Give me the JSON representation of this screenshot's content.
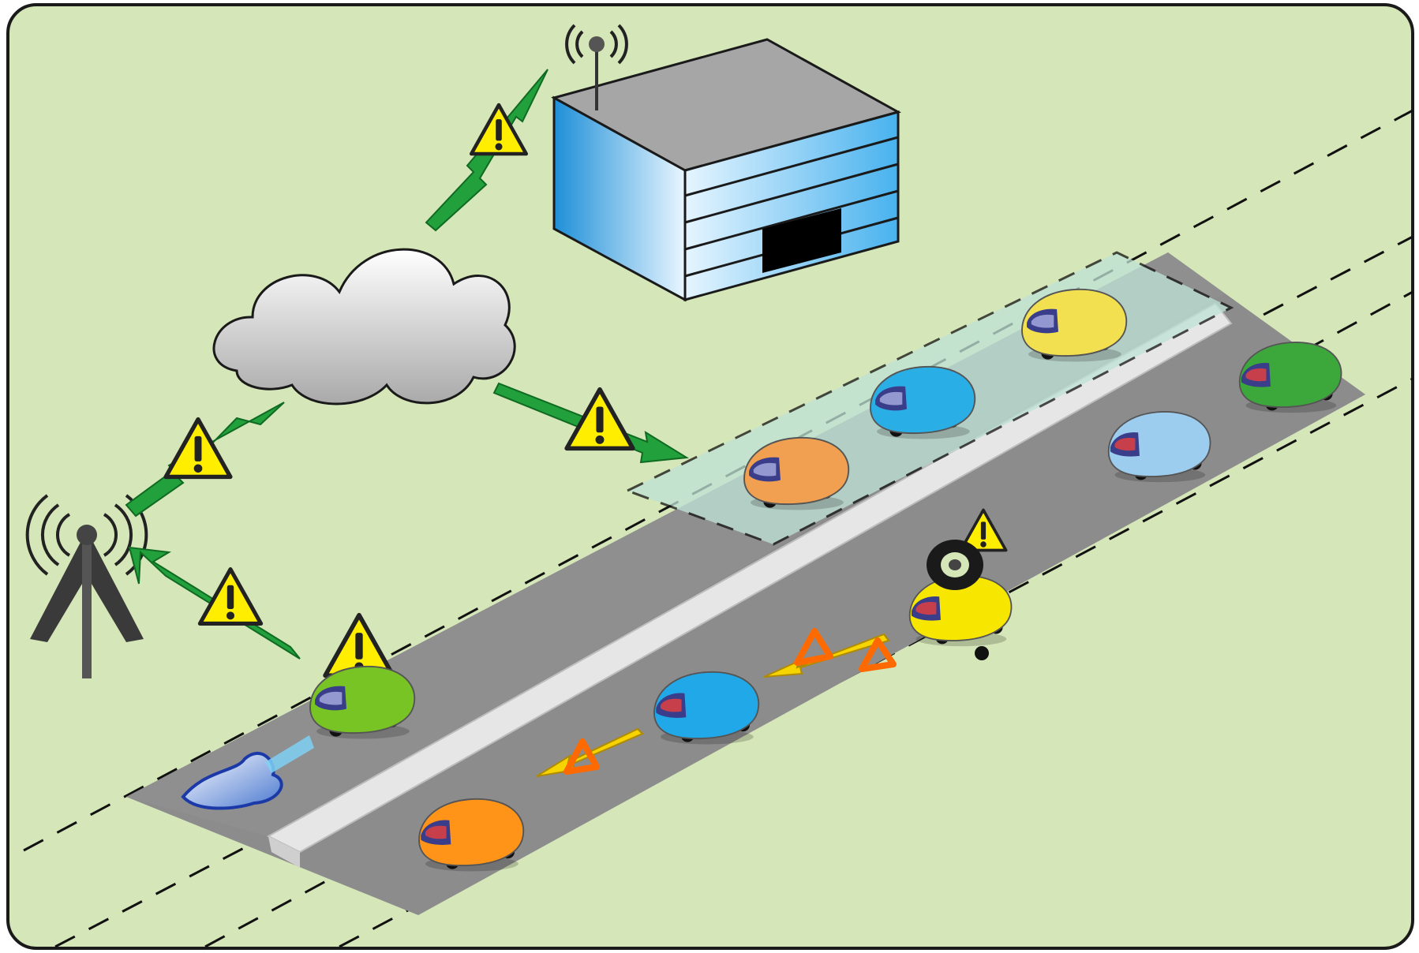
{
  "scene": {
    "description_visible_text": [],
    "colors": {
      "background": "#d5e6b8",
      "frame": "#1a1a1a",
      "road": "#8c8c8c",
      "median": "#e6e6e6",
      "warning_yellow": "#ffee00",
      "arrow_green": "#22a03c",
      "arrow_yellow": "#f6d400",
      "arrow_orange": "#ff6a00",
      "building_blue": "#3aa6e8",
      "cloud_gray": "#c8c8c8",
      "zone_highlight": "#bfe3d6"
    },
    "icons": [
      "cell-tower-icon",
      "cloud-icon",
      "traffic-center-building-icon",
      "warning-sign-icon",
      "hazard-puddle-icon",
      "broken-down-car-icon",
      "tire-icon"
    ],
    "cars": [
      {
        "id": "car-green-sensing",
        "color": "#78c424"
      },
      {
        "id": "car-orange-upper",
        "color": "#f0a050"
      },
      {
        "id": "car-blue-upper",
        "color": "#2aaee6"
      },
      {
        "id": "car-yellow-upper",
        "color": "#f2e050"
      },
      {
        "id": "car-green-lower",
        "color": "#3ca83c"
      },
      {
        "id": "car-lightblue-lower",
        "color": "#9ccdee"
      },
      {
        "id": "car-yellow-broken",
        "color": "#f7e600"
      },
      {
        "id": "car-blue-lower",
        "color": "#20a8e8"
      },
      {
        "id": "car-orange-lower",
        "color": "#ff9418"
      }
    ]
  }
}
